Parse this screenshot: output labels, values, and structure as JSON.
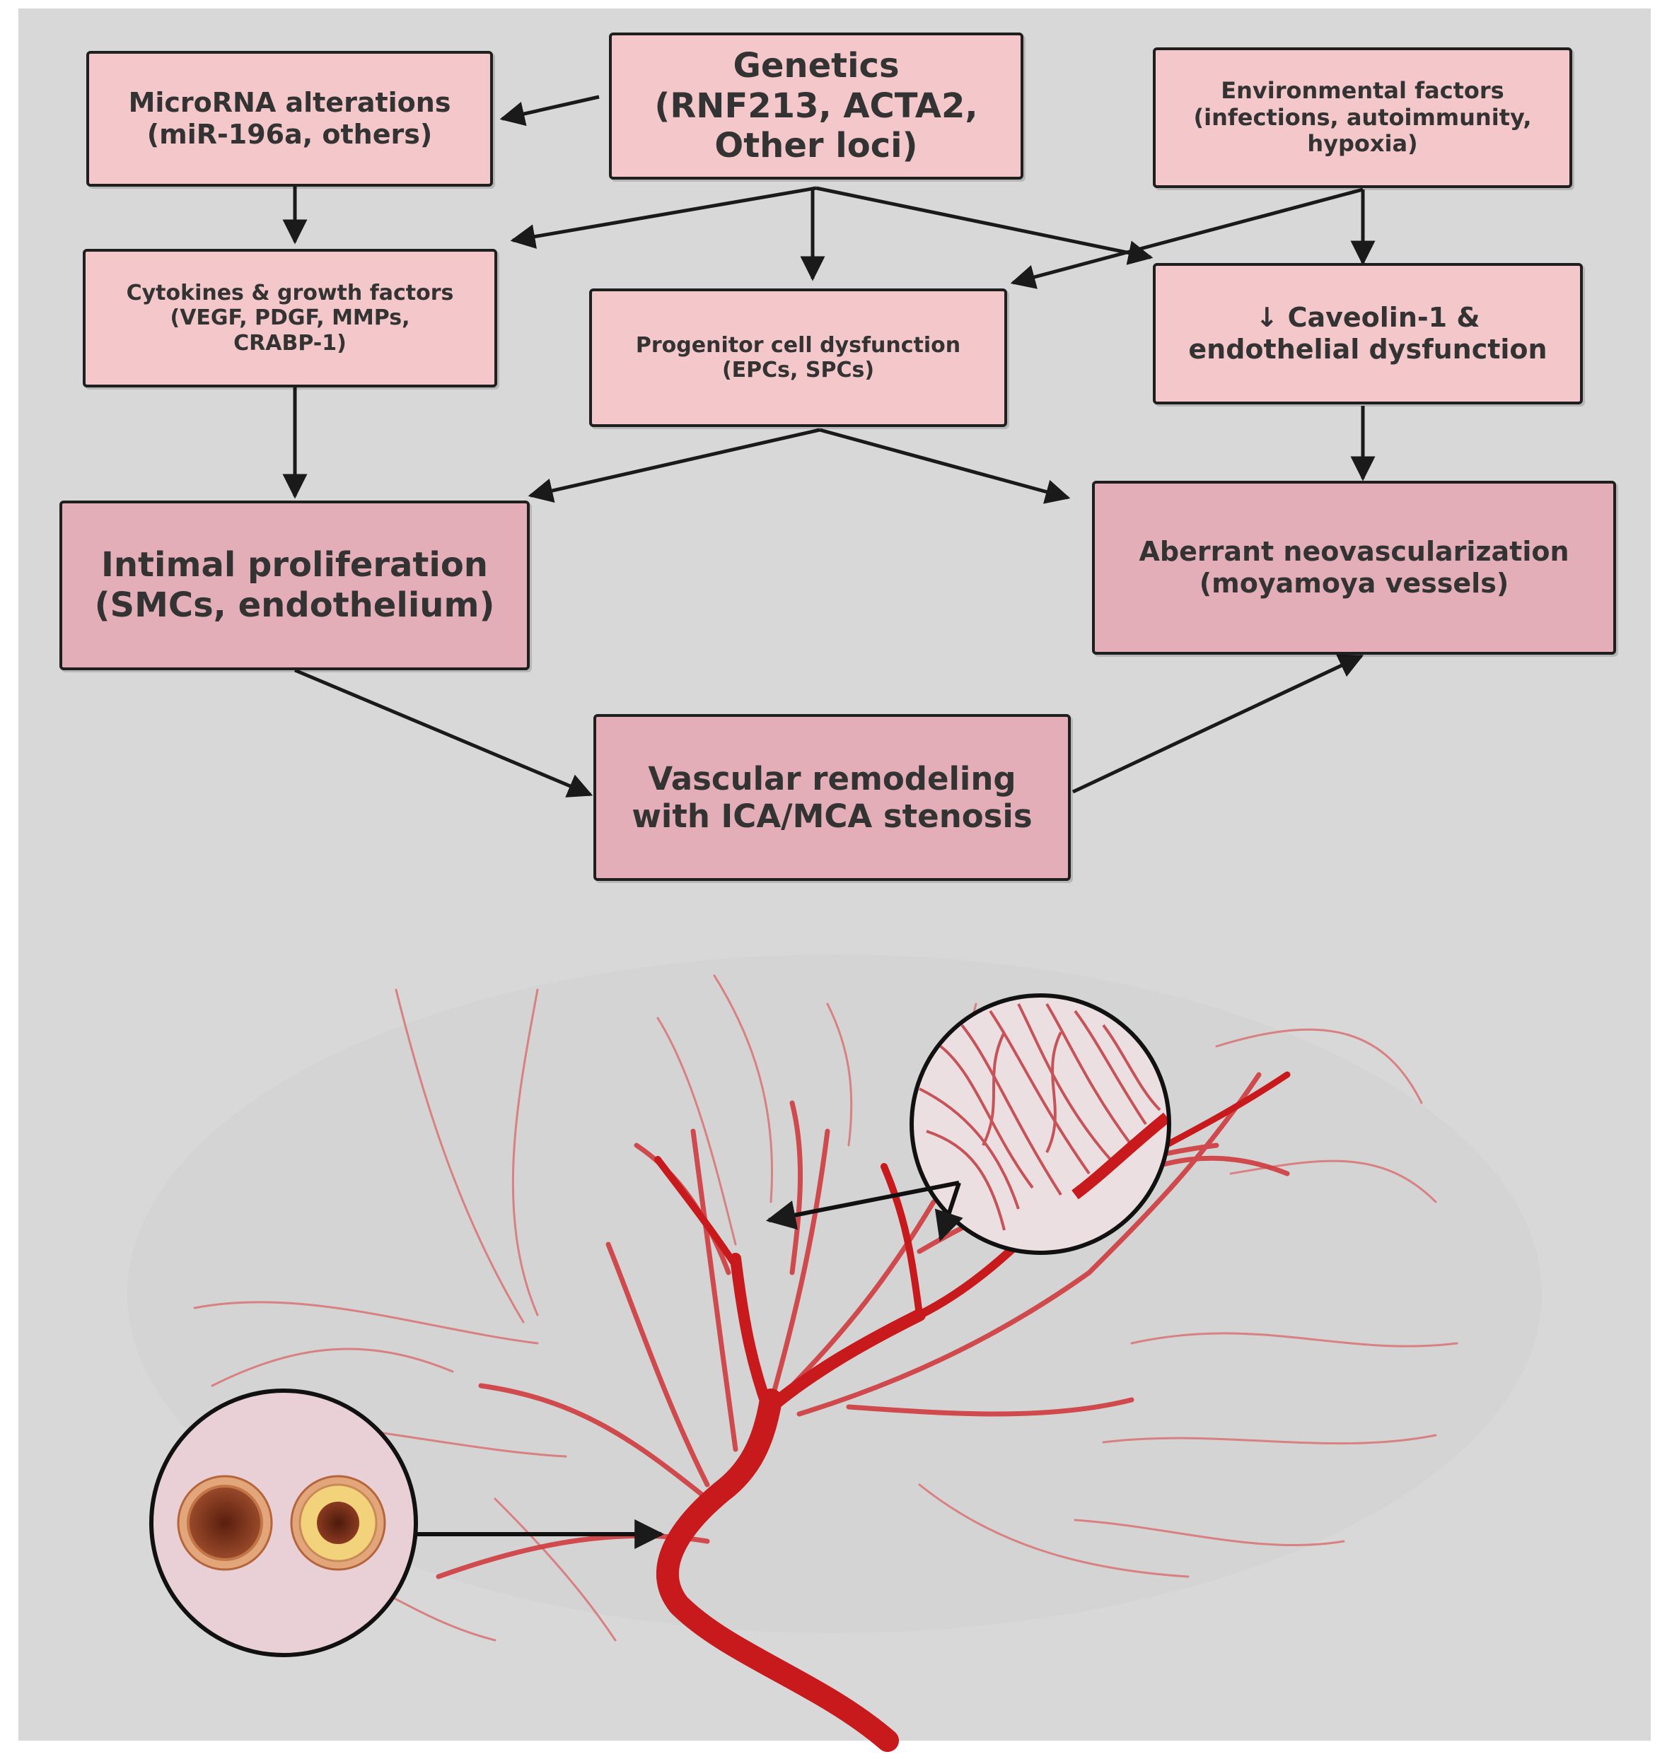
{
  "diagram": {
    "nodes": {
      "genetics": "Genetics\n(RNF213, ACTA2,\nOther loci)",
      "microrna": "MicroRNA alterations\n(miR-196a, others)",
      "environmental": "Environmental factors\n(infections, autoimmunity,\nhypoxia)",
      "cytokines": "Cytokines & growth factors\n(VEGF, PDGF, MMPs,\nCRABP-1)",
      "progenitor": "Progenitor cell dysfunction\n(EPCs, SPCs)",
      "caveolin": "↓ Caveolin-1 &\nendothelial dysfunction",
      "intimal": "Intimal proliferation\n(SMCs, endothelium)",
      "neovascularization": "Aberrant neovascularization\n(moyamoya vessels)",
      "remodeling": "Vascular remodeling\nwith ICA/MCA stenosis"
    },
    "edges": [
      [
        "genetics",
        "microrna"
      ],
      [
        "genetics",
        "cytokines"
      ],
      [
        "genetics",
        "progenitor"
      ],
      [
        "genetics",
        "caveolin"
      ],
      [
        "microrna",
        "cytokines"
      ],
      [
        "environmental",
        "progenitor"
      ],
      [
        "environmental",
        "caveolin"
      ],
      [
        "cytokines",
        "intimal"
      ],
      [
        "progenitor",
        "intimal"
      ],
      [
        "progenitor",
        "neovascularization"
      ],
      [
        "caveolin",
        "neovascularization"
      ],
      [
        "intimal",
        "remodeling"
      ],
      [
        "remodeling",
        "neovascularization"
      ]
    ]
  },
  "illustration": {
    "vessel_color": "#c8191c",
    "insets": [
      "moyamoya-collateral-vessels-closeup",
      "vessel-cross-sections-stenosis"
    ]
  }
}
